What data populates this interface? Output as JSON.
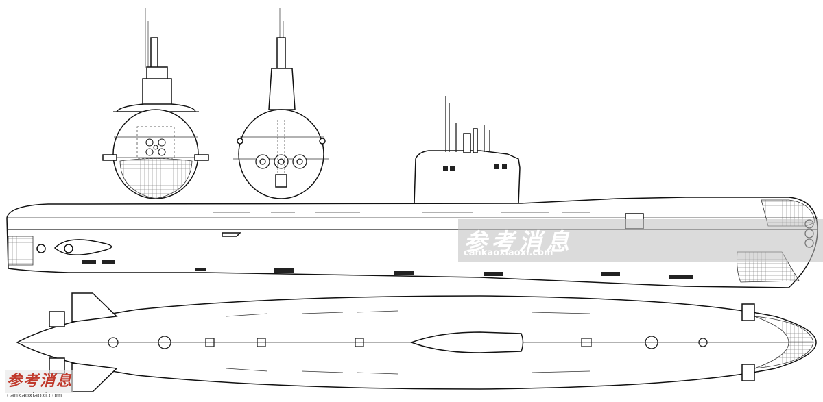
{
  "watermark": {
    "main_text": "参考消息",
    "main_url": "cankaoxiaoxi.com",
    "corner_text": "参考消息",
    "corner_url": "cankaoxiaoxi.com"
  },
  "views": [
    "front-section",
    "rear-section",
    "side-profile",
    "top-plan"
  ],
  "colors": {
    "line": "#222222",
    "background": "#ffffff",
    "watermark_red": "#c0392b"
  }
}
